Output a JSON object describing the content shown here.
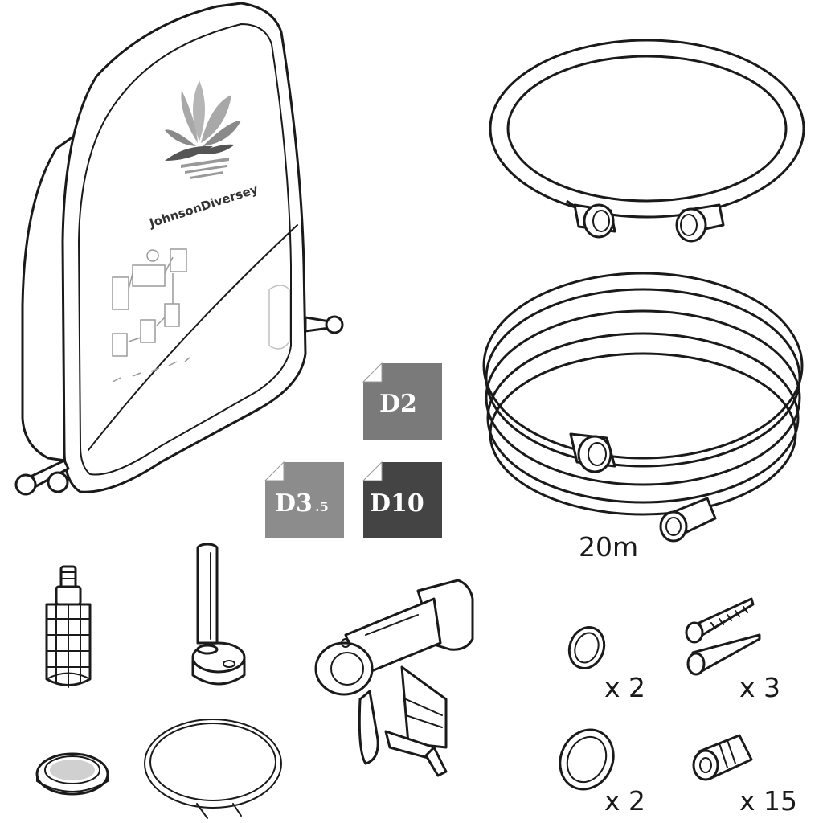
{
  "brand": {
    "name": "JohnsonDiversey"
  },
  "tags": [
    {
      "main": "D2",
      "sub": "",
      "color": "#7a7a7a"
    },
    {
      "main": "D3",
      "sub": ".5",
      "color": "#8c8c8c"
    },
    {
      "main": "D10",
      "sub": "",
      "color": "#444444"
    }
  ],
  "hose_length": "20m",
  "quantities": {
    "small_oring": "x 2",
    "screw_set": "x 3",
    "large_oring": "x 2",
    "connector": "x 15"
  },
  "colors": {
    "line": "#1a1a1a",
    "paper": "#ffffff"
  }
}
